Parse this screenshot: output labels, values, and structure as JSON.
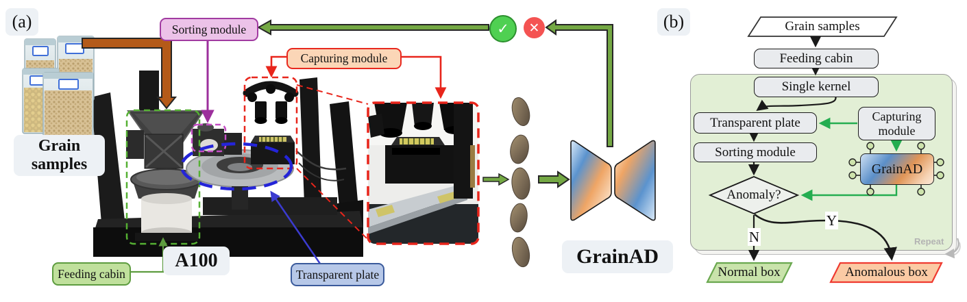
{
  "panel_a": {
    "tag": "(a)",
    "captions": {
      "grain_samples": "Grain samples",
      "machine": "A100",
      "model": "GrainAD"
    },
    "labels": {
      "sorting": "Sorting module",
      "capturing": "Capturing module",
      "feeding": "Feeding cabin",
      "transparent": "Transparent plate"
    },
    "icons": {
      "accept": "✓",
      "reject": "✕"
    }
  },
  "panel_b": {
    "tag": "(b)",
    "nodes": {
      "input": "Grain samples",
      "feeding": "Feeding cabin",
      "kernel": "Single kernel",
      "plate": "Transparent plate",
      "sorting": "Sorting module",
      "capturing": "Capturing module",
      "model": "GrainAD",
      "decision": "Anomaly?",
      "normal": "Normal box",
      "anomalous": "Anomalous box"
    },
    "branches": {
      "no": "N",
      "yes": "Y"
    },
    "repeat_label": "Repeat"
  },
  "colors": {
    "flow_green_arrow": "#24ad50",
    "block_green_arrow": "#74a844",
    "orange_arrow": "#b45a19",
    "purple": "#9c2f9c",
    "red": "#e8251b",
    "blue_ellipse": "#2424d8",
    "container_green": "#e2efd5",
    "normal_box_fill": "#c9e3ab",
    "anomalous_box_fill": "#fbcaa4",
    "node_fill": "#e9ebee",
    "accept_green": "#4fd052",
    "reject_red": "#f45352"
  }
}
